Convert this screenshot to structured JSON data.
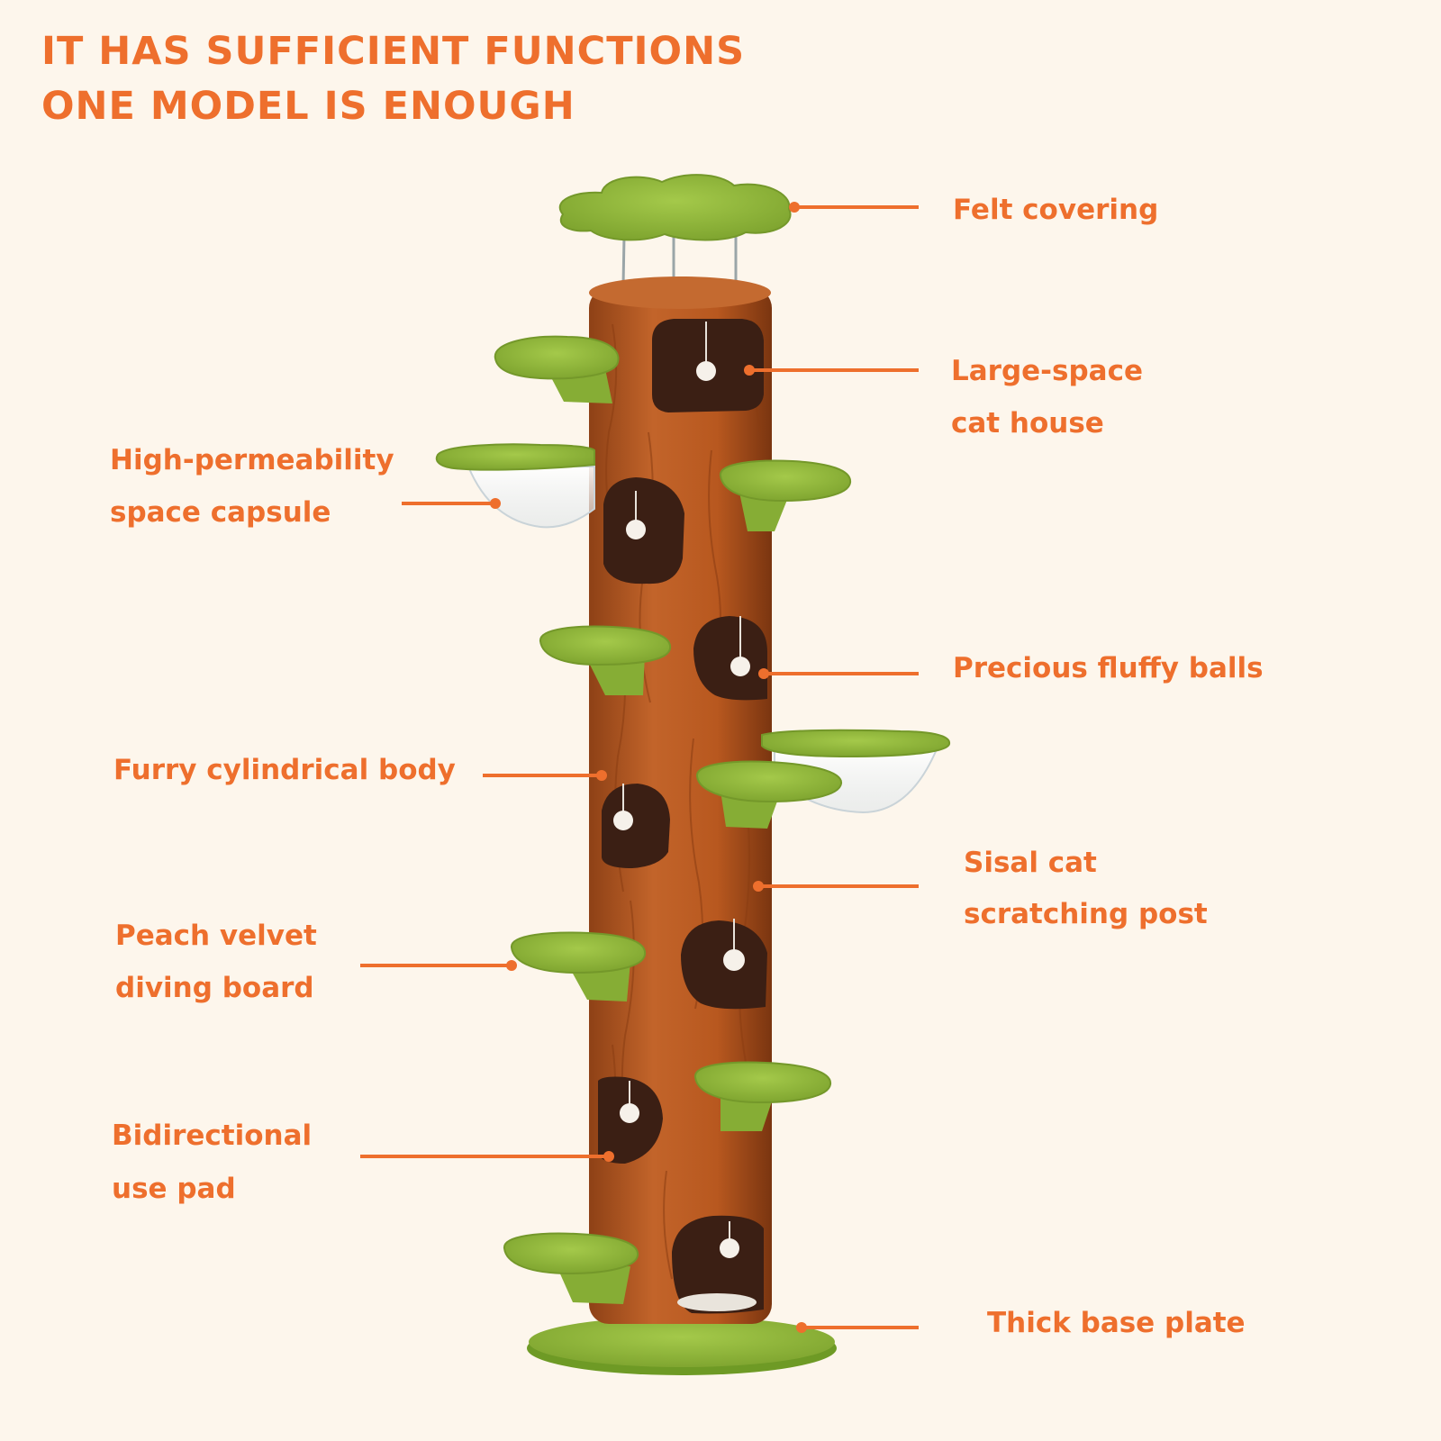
{
  "headline": {
    "line1": "IT HAS SUFFICIENT FUNCTIONS",
    "line2": "ONE MODEL IS ENOUGH"
  },
  "callouts": {
    "felt_covering": "Felt covering",
    "large_space_line1": "Large-space",
    "large_space_line2": "cat house",
    "capsule_line1": "High-permeability",
    "capsule_line2": "space capsule",
    "fluffy_balls": "Precious fluffy balls",
    "furry_body": "Furry cylindrical body",
    "sisal_line1": "Sisal cat",
    "sisal_line2": "scratching post",
    "peach_line1": "Peach velvet",
    "peach_line2": "diving board",
    "bidirectional_line1": "Bidirectional",
    "bidirectional_line2": "use pad",
    "base_plate": "Thick base plate"
  },
  "colors": {
    "accent": "#ee6f2d",
    "background": "#fdf6ec",
    "trunk": "#b85a22",
    "moss": "#8fb53a",
    "hole": "#3b1f14"
  }
}
